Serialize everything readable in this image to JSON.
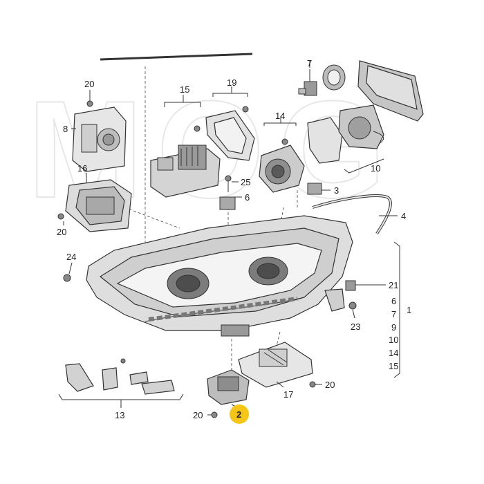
{
  "watermark": "MOG",
  "labels": {
    "l20a": "20",
    "l8": "8",
    "l16": "16",
    "l20b": "20",
    "l24": "24",
    "l15": "15",
    "l19": "19",
    "l7": "7",
    "l14": "14",
    "l10": "10",
    "l25": "25",
    "l6": "6",
    "l3": "3",
    "l4": "4",
    "l21": "21",
    "l6b": "6",
    "l7b": "7",
    "l9": "9",
    "l10b": "10",
    "l14b": "14",
    "l15b": "15",
    "l1": "1",
    "l23": "23",
    "l13": "13",
    "l20c": "20",
    "l17": "17",
    "l20d": "20",
    "l2": "2"
  },
  "colors": {
    "highlight": "#f5c518",
    "part_fill": "#e6e6e6",
    "part_dark": "#9a9a9a",
    "line": "#333333"
  }
}
